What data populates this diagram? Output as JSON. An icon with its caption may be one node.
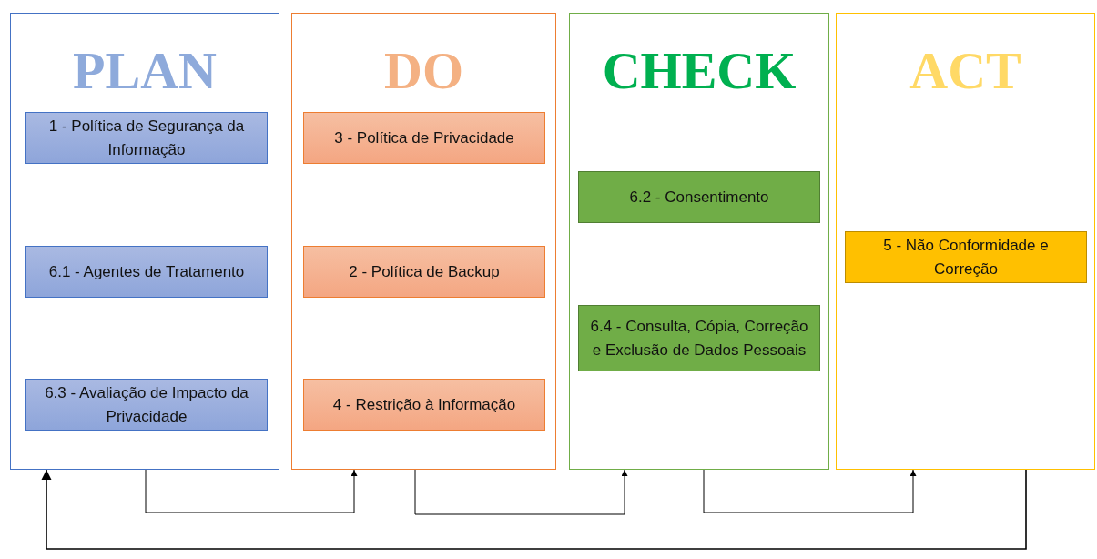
{
  "diagram": {
    "nodes": [
      {
        "text": [
          "PLAN"
        ]
      },
      {
        "text": [
          "1 - Política de Segurança da Informação"
        ],
        "in": 0
      },
      {
        "text": [
          "6.1 - Agentes de Tratamento"
        ],
        "in": 0
      },
      {
        "text": [
          "6.3 - Avaliação de Impacto da Privacidade"
        ],
        "in": 0
      },
      {
        "text": [
          "DO"
        ]
      },
      {
        "text": [
          "3 - Política de Privacidade"
        ],
        "in": 4
      },
      {
        "text": [
          "2 - Política de Backup"
        ],
        "in": 4
      },
      {
        "text": [
          "4 - Restrição à Informação"
        ],
        "in": 4
      },
      {
        "text": [
          "CHECK"
        ]
      },
      {
        "text": [
          "6.2 - Consentimento"
        ],
        "in": 8
      },
      {
        "text": [
          "6.4 - Consulta, Cópia, Correção e Exclusão de Dados Pessoais"
        ],
        "in": 8
      },
      {
        "text": [
          "ACT"
        ]
      },
      {
        "text": [
          "5 - Não Conformidade e Correção"
        ],
        "in": 11
      }
    ],
    "edges": [
      {
        "from": 0,
        "to": 4,
        "arrow": "to"
      },
      {
        "from": 4,
        "to": 8,
        "arrow": "to"
      },
      {
        "from": 8,
        "to": 11,
        "arrow": "to"
      },
      {
        "from": 11,
        "to": 0,
        "arrow": "to"
      }
    ]
  }
}
